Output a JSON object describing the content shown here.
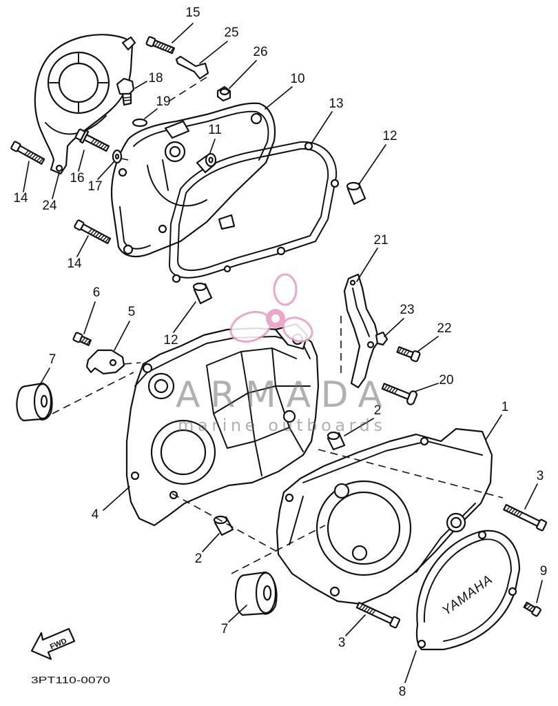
{
  "diagram_code": "3PT110-0070",
  "fwd_label": "FWD",
  "cover_logo": "YAMAHA",
  "watermark": {
    "brand": "ARMADA",
    "tagline": "marine outboards",
    "logo_color": "#e79ac0"
  },
  "colors": {
    "line": "#111111",
    "background": "#ffffff"
  },
  "callouts": [
    "15",
    "25",
    "26",
    "18",
    "10",
    "19",
    "13",
    "11",
    "12",
    "16",
    "17",
    "14",
    "24",
    "14",
    "21",
    "6",
    "23",
    "5",
    "22",
    "12",
    "7",
    "20",
    "1",
    "2",
    "3",
    "4",
    "2",
    "9",
    "7",
    "3",
    "8"
  ]
}
